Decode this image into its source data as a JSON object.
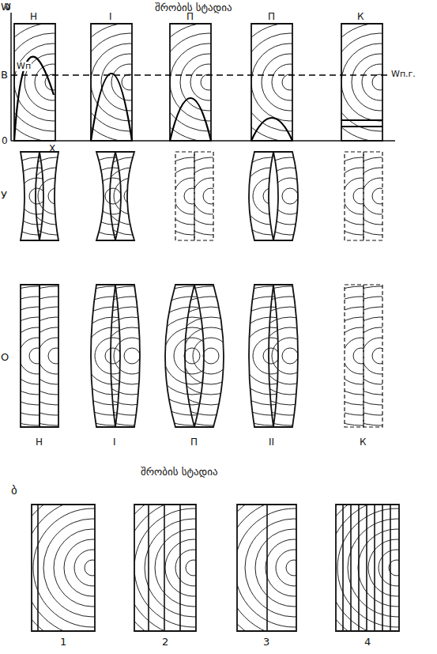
{
  "diagram": {
    "labels": [
      "ა",
      "შრობის სტადია",
      "W",
      "Н",
      "I",
      "П",
      "П",
      "К",
      "В",
      "Wп",
      "Wп.г.",
      "0",
      "X",
      "У",
      "О",
      "Н",
      "I",
      "П",
      "II",
      "К",
      "შრობის სტადია",
      "ბ",
      "1",
      "2",
      "3",
      "4"
    ]
  }
}
